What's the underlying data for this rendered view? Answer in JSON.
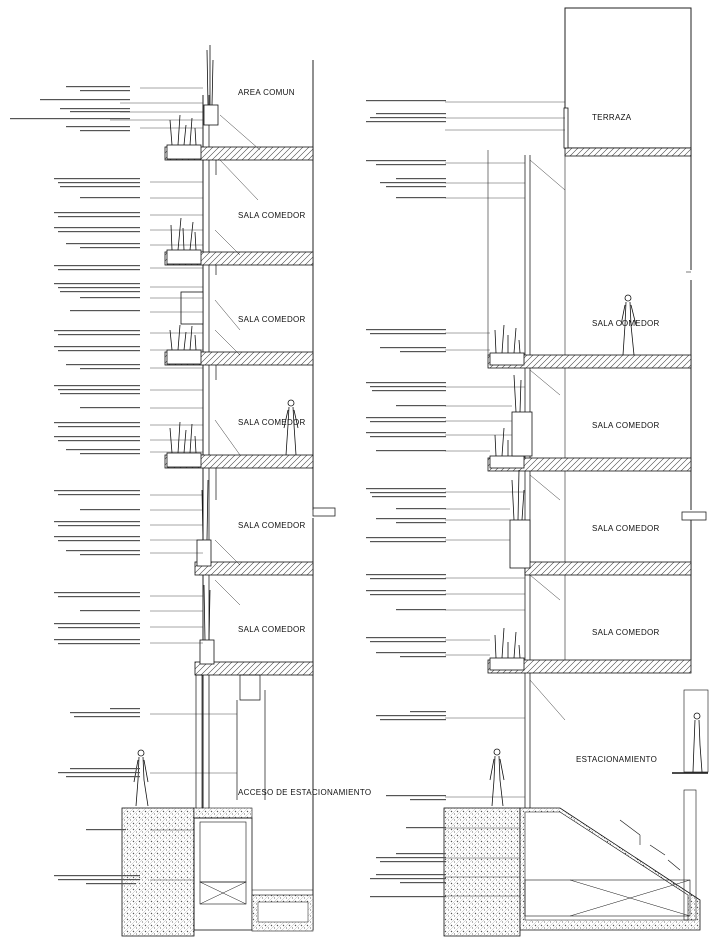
{
  "left_section": {
    "rooms": [
      "AREA COMUN",
      "SALA COMEDOR",
      "SALA COMEDOR",
      "SALA COMEDOR",
      "SALA COMEDOR",
      "SALA COMEDOR",
      "ACCESO DE ESTACIONAMIENTO"
    ]
  },
  "right_section": {
    "rooms": [
      "TERRAZA",
      "SALA COMEDOR",
      "SALA COMEDOR",
      "SALA COMEDOR",
      "SALA COMEDOR",
      "ESTACIONAMIENTO"
    ]
  }
}
